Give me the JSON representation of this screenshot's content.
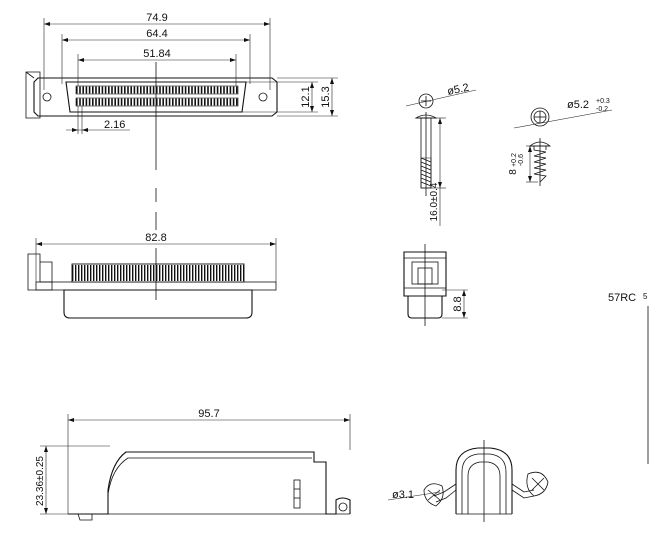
{
  "drawing": {
    "front_view": {
      "dim_overall_width": "74.9",
      "dim_mount_hole_spacing": "64.4",
      "dim_contact_span": "51.84",
      "dim_pitch": "2.16",
      "dim_shell_height": "12.1",
      "dim_flange_height": "15.3"
    },
    "side_view": {
      "dim_length": "82.8"
    },
    "screw_small": {
      "dim_head_diameter": "ø5.2",
      "dim_length": "16.0±0.4"
    },
    "screw_large": {
      "dim_head_diameter": "ø5.2",
      "dim_head_tol_upper": "+0.3",
      "dim_head_tol_lower": "-0.2",
      "dim_length": "8",
      "dim_length_tol_upper": "+0.2",
      "dim_length_tol_lower": "-0.6"
    },
    "end_view": {
      "dim_height": "8.8"
    },
    "latch_view": {
      "dim_length": "95.7",
      "dim_height": "23.36±0.25"
    },
    "clip_view": {
      "dim_hole": "ø3.1"
    },
    "part_label": "57RC",
    "part_label_suffix": "5"
  }
}
